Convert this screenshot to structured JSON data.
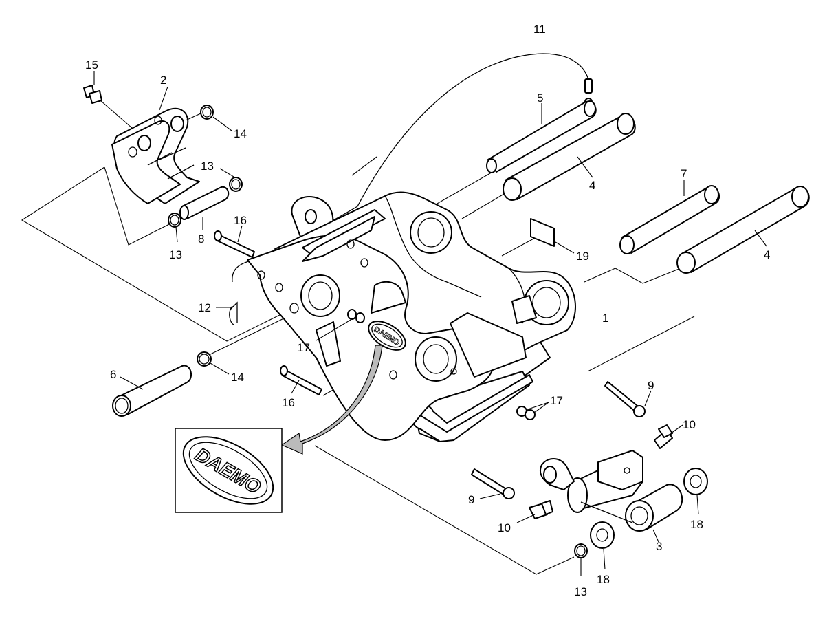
{
  "callouts": [
    {
      "id": "c1",
      "label": "1"
    },
    {
      "id": "c2",
      "label": "2"
    },
    {
      "id": "c3",
      "label": "3"
    },
    {
      "id": "c4a",
      "label": "4"
    },
    {
      "id": "c4b",
      "label": "4"
    },
    {
      "id": "c5",
      "label": "5"
    },
    {
      "id": "c6",
      "label": "6"
    },
    {
      "id": "c7",
      "label": "7"
    },
    {
      "id": "c8",
      "label": "8"
    },
    {
      "id": "c9a",
      "label": "9"
    },
    {
      "id": "c9b",
      "label": "9"
    },
    {
      "id": "c10a",
      "label": "10"
    },
    {
      "id": "c10b",
      "label": "10"
    },
    {
      "id": "c11",
      "label": "11"
    },
    {
      "id": "c12",
      "label": "12"
    },
    {
      "id": "c13a",
      "label": "13"
    },
    {
      "id": "c13b",
      "label": "13"
    },
    {
      "id": "c13c",
      "label": "13"
    },
    {
      "id": "c14a",
      "label": "14"
    },
    {
      "id": "c14b",
      "label": "14"
    },
    {
      "id": "c15",
      "label": "15"
    },
    {
      "id": "c16a",
      "label": "16"
    },
    {
      "id": "c16b",
      "label": "16"
    },
    {
      "id": "c17a",
      "label": "17"
    },
    {
      "id": "c17b",
      "label": "17"
    },
    {
      "id": "c18a",
      "label": "18"
    },
    {
      "id": "c18b",
      "label": "18"
    },
    {
      "id": "c19",
      "label": "19"
    }
  ],
  "logo": {
    "brand_text": "DAEMO"
  }
}
